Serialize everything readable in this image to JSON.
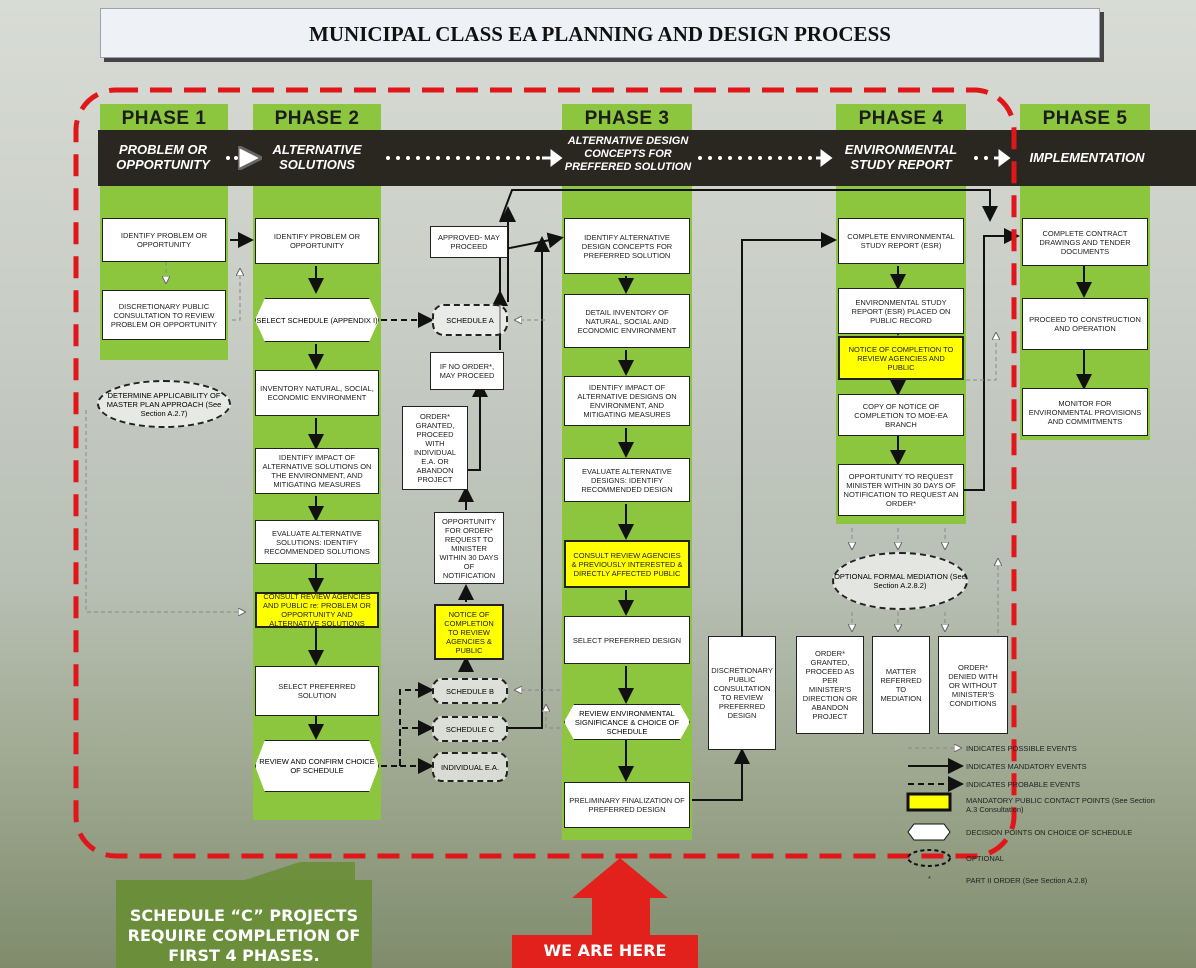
{
  "title": "MUNICIPAL CLASS EA PLANNING AND DESIGN PROCESS",
  "phases": [
    {
      "label": "PHASE 1",
      "subtitle": "PROBLEM OR OPPORTUNITY"
    },
    {
      "label": "PHASE 2",
      "subtitle": "ALTERNATIVE SOLUTIONS"
    },
    {
      "label": "PHASE 3",
      "subtitle": "ALTERNATIVE DESIGN CONCEPTS FOR PREFFERED SOLUTION"
    },
    {
      "label": "PHASE 4",
      "subtitle": "ENVIRONMENTAL STUDY REPORT"
    },
    {
      "label": "PHASE 5",
      "subtitle": "IMPLEMENTATION"
    }
  ],
  "boxes": {
    "p1_1": "IDENTIFY PROBLEM OR OPPORTUNITY",
    "p1_2": "DISCRETIONARY PUBLIC CONSULTATION TO REVIEW PROBLEM OR OPPORTUNITY",
    "p1_master": "DETERMINE APPLICABILITY OF MASTER PLAN APPROACH (See Section A.2.7)",
    "p2_1": "IDENTIFY PROBLEM OR OPPORTUNITY",
    "p2_select": "SELECT SCHEDULE (APPENDIX I)",
    "p2_2": "INVENTORY NATURAL, SOCIAL, ECONOMIC ENVIRONMENT",
    "p2_3": "IDENTIFY IMPACT OF ALTERNATIVE SOLUTIONS ON THE ENVIRONMENT, AND MITIGATING MEASURES",
    "p2_4": "EVALUATE ALTERNATIVE SOLUTIONS: IDENTIFY RECOMMENDED SOLUTIONS",
    "p2_5": "CONSULT REVIEW AGENCIES AND PUBLIC re: PROBLEM OR OPPORTUNITY AND ALTERNATIVE SOLUTIONS",
    "p2_6": "SELECT PREFERRED SOLUTION",
    "p2_review": "REVIEW AND CONFIRM CHOICE OF SCHEDULE",
    "sched_a": "SCHEDULE A",
    "sched_b": "SCHEDULE B",
    "sched_c": "SCHEDULE C",
    "indiv_ea": "INDIVIDUAL E.A.",
    "approved": "APPROVED- MAY PROCEED",
    "if_no_order": "IF NO ORDER*, MAY PROCEED",
    "order_granted": "ORDER* GRANTED, PROCEED WITH INDIVIDUAL E.A. OR ABANDON PROJECT",
    "opportunity": "OPPORTUNITY FOR ORDER* REQUEST TO MINISTER WITHIN 30 DAYS OF NOTIFICATION",
    "notice_b": "NOTICE OF COMPLETION TO REVIEW AGENCIES & PUBLIC",
    "p3_1": "IDENTIFY ALTERNATIVE DESIGN CONCEPTS FOR PREFERRED SOLUTION",
    "p3_2": "DETAIL INVENTORY OF NATURAL, SOCIAL AND ECONOMIC ENVIRONMENT",
    "p3_3": "IDENTIFY IMPACT OF ALTERNATIVE DESIGNS ON ENVIRONMENT, AND MITIGATING MEASURES",
    "p3_4": "EVALUATE ALTERNATIVE DESIGNS: IDENTIFY RECOMMENDED DESIGN",
    "p3_5": "CONSULT REVIEW AGENCIES & PREVIOUSLY INTERESTED & DIRECTLY AFFECTED PUBLIC",
    "p3_6": "SELECT PREFERRED DESIGN",
    "p3_review": "REVIEW ENVIRONMENTAL SIGNIFICANCE & CHOICE OF SCHEDULE",
    "p3_7": "PRELIMINARY FINALIZATION OF PREFERRED DESIGN",
    "discretionary": "DISCRETIONARY PUBLIC CONSULTATION TO REVIEW PREFERRED DESIGN",
    "p4_1": "COMPLETE ENVIRONMENTAL STUDY REPORT (ESR)",
    "p4_2": "ENVIRONMENTAL STUDY REPORT (ESR) PLACED ON PUBLIC RECORD",
    "p4_notice": "NOTICE OF COMPLETION TO REVIEW AGENCIES AND PUBLIC",
    "p4_copy": "COPY OF NOTICE OF COMPLETION TO MOE-EA BRANCH",
    "p4_3": "OPPORTUNITY TO REQUEST MINISTER WITHIN 30 DAYS OF NOTIFICATION TO REQUEST AN ORDER*",
    "mediation": "OPTIONAL FORMAL MEDIATION (See Section A.2.8.2)",
    "order_direction": "ORDER* GRANTED, PROCEED AS PER MINISTER'S DIRECTION OR ABANDON PROJECT",
    "matter": "MATTER REFERRED TO MEDIATION",
    "order_denied": "ORDER* DENIED WITH OR WITHOUT MINISTER'S CONDITIONS",
    "p5_1": "COMPLETE CONTRACT DRAWINGS AND TENDER DOCUMENTS",
    "p5_2": "PROCEED TO CONSTRUCTION AND OPERATION",
    "p5_3": "MONITOR FOR ENVIRONMENTAL PROVISIONS AND COMMITMENTS"
  },
  "legend": [
    "INDICATES POSSIBLE EVENTS",
    "INDICATES MANDATORY EVENTS",
    "INDICATES PROBABLE EVENTS",
    "MANDATORY PUBLIC CONTACT POINTS (See Section A.3 Consultation)",
    "DECISION POINTS ON CHOICE OF SCHEDULE",
    "OPTIONAL",
    "PART II ORDER (See Section A.2.8)"
  ],
  "legend_star": "*",
  "callout_left": "SCHEDULE “C” PROJECTS REQUIRE COMPLETION OF FIRST 4 PHASES.",
  "callout_right": "WE ARE HERE",
  "colors": {
    "phase_green": "#8cc63f",
    "highlight_yellow": "#ffff00",
    "dashed_red": "#e0161a",
    "callout_green": "#6b8e3b",
    "callout_red": "#e3211c"
  }
}
